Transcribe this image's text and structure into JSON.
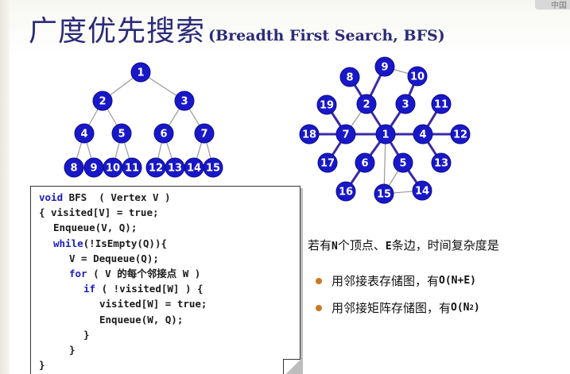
{
  "title": {
    "chinese": "广度优先搜索",
    "english": "(Breadth First Search, BFS)"
  },
  "corner_logo": "中国",
  "tree": {
    "nodes": [
      "1",
      "2",
      "3",
      "4",
      "5",
      "6",
      "7",
      "8",
      "9",
      "10",
      "11",
      "12",
      "13",
      "14",
      "15"
    ]
  },
  "graph": {
    "nodes": [
      "1",
      "2",
      "3",
      "4",
      "5",
      "6",
      "7",
      "8",
      "9",
      "10",
      "11",
      "12",
      "13",
      "14",
      "15",
      "16",
      "17",
      "18",
      "19"
    ]
  },
  "code": {
    "lines": [
      [
        "void",
        " BFS  ( Vertex V )"
      ],
      [
        "",
        "{ visited[V] = true;"
      ],
      [
        "",
        "  Enqueue(V, Q);"
      ],
      [
        "while",
        "(!IsEmpty(Q)){"
      ],
      [
        "",
        "    V = Dequeue(Q);"
      ],
      [
        "for",
        " ( V 的每个邻接点 W )"
      ],
      [
        "if",
        " ( !visited[W] ) {"
      ],
      [
        "",
        "         visited[W] = true;"
      ],
      [
        "",
        "         Enqueue(W, Q);"
      ],
      [
        "",
        "       }"
      ],
      [
        "",
        "  }"
      ],
      [
        "",
        "}"
      ]
    ]
  },
  "info": {
    "head_pre": "若有",
    "head_n": "N",
    "head_mid1": "个顶点、",
    "head_e": "E",
    "head_mid2": "条边，时间复杂度是",
    "bullets": [
      {
        "text": "用邻接表存储图，有",
        "formula": "O(N+E)"
      },
      {
        "text": "用邻接矩阵存储图，有",
        "formula": "O(N",
        "sup": "2",
        "tail": ")"
      }
    ],
    "bullet_color": "#c97a1e"
  },
  "colors": {
    "title": "#2b2b78",
    "node_fill": "#1818c8",
    "graph_edge": "#3a2aa8",
    "tree_edge": "#999999",
    "keyword": "#1c1cc0"
  }
}
